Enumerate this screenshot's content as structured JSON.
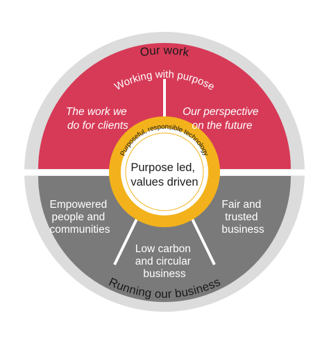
{
  "outer_ring": {
    "top_label": "Our work",
    "bottom_label": "Running our business"
  },
  "top_half": {
    "arc_title": "Working with purpose",
    "left_segment": [
      "The work we",
      "do for clients"
    ],
    "right_segment": [
      "Our perspective",
      "on the future"
    ]
  },
  "bottom_half": {
    "left_segment": [
      "Empowered",
      "people and",
      "communities"
    ],
    "middle_segment": [
      "Low carbon",
      "and circular",
      "business"
    ],
    "right_segment": [
      "Fair and",
      "trusted",
      "business"
    ]
  },
  "core": {
    "band_label": "Purposeful, responsible technology",
    "center_lines": [
      "Purpose led,",
      "values driven"
    ]
  },
  "colors": {
    "outer_ring": "#dcdcdc",
    "top_half": "#d63a57",
    "bottom_half": "#7a7a7a",
    "core_band": "#f3b21b",
    "divider": "#ffffff"
  }
}
